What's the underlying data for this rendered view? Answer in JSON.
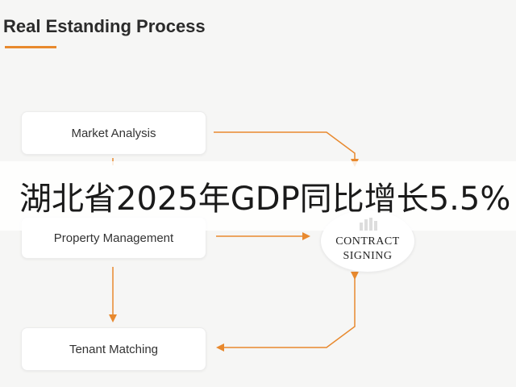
{
  "title": "Real Estanding Process",
  "nodes": {
    "market_analysis": "Market Analysis",
    "property_management": "Property Management",
    "tenant_matching": "Tenant Matching",
    "contract_signing": [
      "CONTRACT",
      "SIGNING"
    ]
  },
  "overlay": {
    "headline": "湖北省2025年GDP同比增长5.5%"
  },
  "colors": {
    "accent": "#e8892e",
    "background": "#f6f6f5",
    "node_fill": "#ffffff"
  },
  "icons": {
    "contract": "document-bars-icon"
  }
}
